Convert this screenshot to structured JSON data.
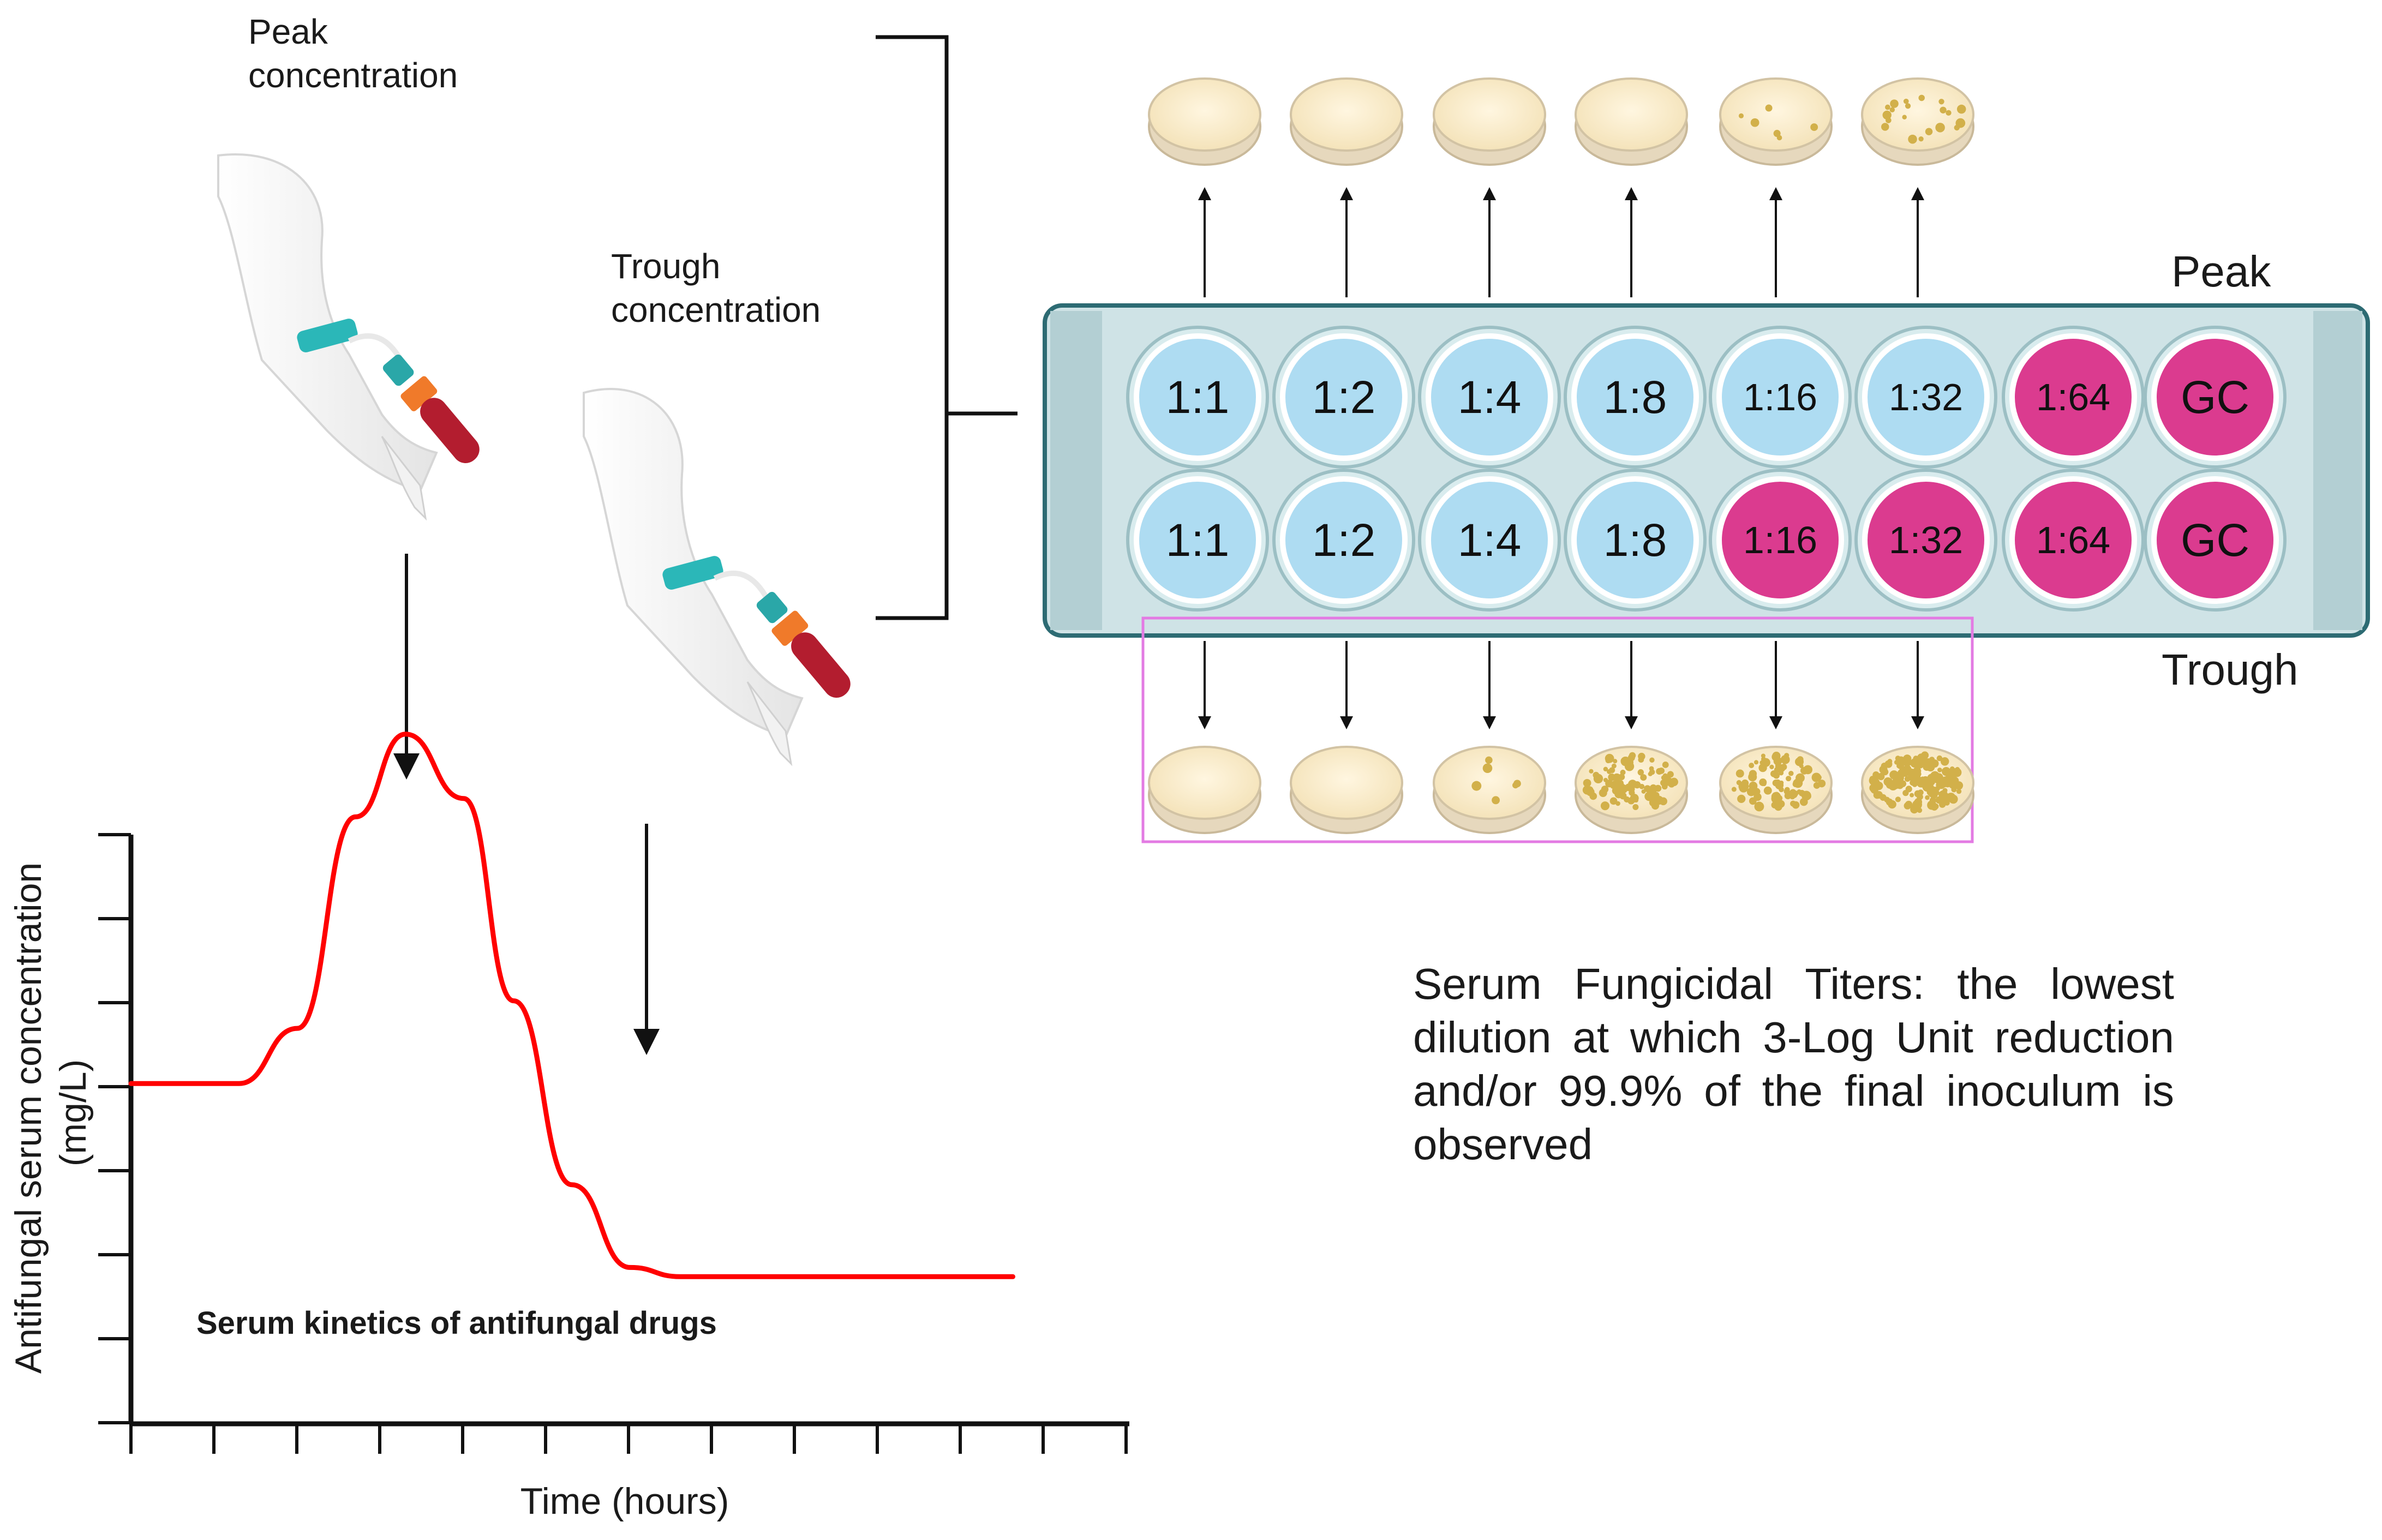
{
  "labels": {
    "peak_concentration": [
      "Peak",
      "concentration"
    ],
    "trough_concentration": [
      "Trough",
      "concentration"
    ],
    "peak_row": "Peak",
    "trough_row": "Trough"
  },
  "plate": {
    "peak_wells": [
      {
        "label": "1:1",
        "state": "growth-inhibited"
      },
      {
        "label": "1:2",
        "state": "growth-inhibited"
      },
      {
        "label": "1:4",
        "state": "growth-inhibited"
      },
      {
        "label": "1:8",
        "state": "growth-inhibited"
      },
      {
        "label": "1:16",
        "state": "growth-inhibited"
      },
      {
        "label": "1:32",
        "state": "growth-inhibited"
      },
      {
        "label": "1:64",
        "state": "growth"
      },
      {
        "label": "GC",
        "state": "growth"
      }
    ],
    "trough_wells": [
      {
        "label": "1:1",
        "state": "growth-inhibited"
      },
      {
        "label": "1:2",
        "state": "growth-inhibited"
      },
      {
        "label": "1:4",
        "state": "growth-inhibited"
      },
      {
        "label": "1:8",
        "state": "growth-inhibited"
      },
      {
        "label": "1:16",
        "state": "growth"
      },
      {
        "label": "1:32",
        "state": "growth"
      },
      {
        "label": "1:64",
        "state": "growth"
      },
      {
        "label": "GC",
        "state": "growth"
      }
    ],
    "colors": {
      "inhibited": "#aedcf2",
      "growth": "#db3b8f",
      "plate": "#cfe3e6",
      "plate_border": "#2d6b73"
    }
  },
  "dishes": {
    "peak_colony_density": [
      "none",
      "none",
      "none",
      "none",
      "low",
      "medium"
    ],
    "trough_colony_density": [
      "none",
      "none",
      "low",
      "high",
      "high",
      "very-high"
    ]
  },
  "chart": {
    "ylabel": [
      "Antifungal serum concentration",
      "(mg/L)"
    ],
    "xlabel": "Time (hours)",
    "caption": "Serum kinetics of antifungal drugs",
    "curve_color": "#ff0000"
  },
  "chart_data": {
    "type": "line",
    "xlabel": "Time (hours)",
    "ylabel": "Antifungal serum concentration (mg/L)",
    "title": "Serum kinetics of antifungal drugs",
    "grid": false,
    "series": [
      {
        "values_description_shape": "baseline, single peak, lower plateau",
        "x": [
          0,
          1.3,
          2,
          2.7,
          3.3,
          4,
          4.6,
          5.3,
          6,
          6.6,
          8,
          10.6
        ],
        "y": [
          3.7,
          3.7,
          4.3,
          6.6,
          7.5,
          6.8,
          4.6,
          2.6,
          1.7,
          1.6,
          1.6,
          1.6
        ]
      }
    ],
    "ylim": [
      0,
      7
    ]
  },
  "description": [
    "Serum Fungicidal Titers: the lowest",
    "dilution at which 3-Log Unit",
    "reduction and/or 99.9% of the final",
    "inoculum is observed"
  ]
}
